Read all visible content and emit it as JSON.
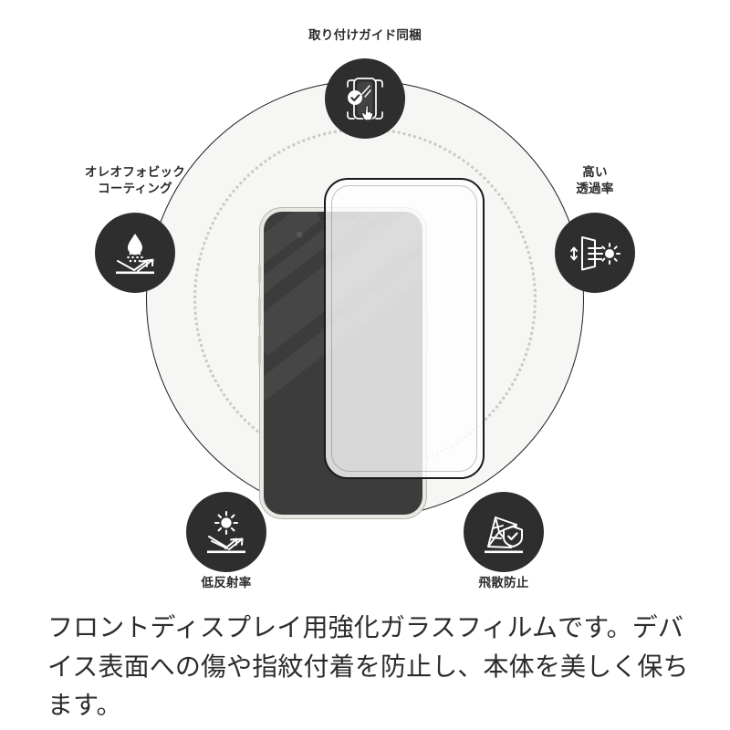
{
  "diagram": {
    "product": "tempered-glass-screen-protector",
    "center": {
      "phone": {
        "device": "smartphone",
        "screen_color": "#3c3c3c",
        "frame_color": "#e9e7e2",
        "buttons": [
          "mute-switch",
          "volume-up",
          "volume-down",
          "power"
        ]
      },
      "glass_film": {
        "label": "tempered-glass-film-overlay",
        "border_color": "#1a1a1a"
      }
    },
    "rings": {
      "outer_circle_color": "#1d1d1d",
      "outer_fill_color": "#f6f6f4",
      "dotted_ring_color": "#c9c9c5"
    },
    "badge_color": "#2e2e2e",
    "features": [
      {
        "id": "install-guide",
        "caption": "取り付けガイド同梱",
        "icon": "phone-with-guide-frame-check-touch-icon",
        "position": "top"
      },
      {
        "id": "oleophobic-coating",
        "caption": "オレオフォビック\nコーティング",
        "icon": "water-droplet-repellent-icon",
        "position": "left"
      },
      {
        "id": "high-transmittance",
        "caption": "高い\n透過率",
        "icon": "glass-panel-light-through-sun-icon",
        "position": "right"
      },
      {
        "id": "low-reflectance",
        "caption": "低反射率",
        "icon": "sun-reflection-arrows-icon",
        "position": "bottom-left"
      },
      {
        "id": "shatter-prevention",
        "caption": "飛散防止",
        "icon": "shattered-glass-shield-check-icon",
        "position": "bottom-right"
      }
    ]
  },
  "description": {
    "text": "フロントディスプレイ用強化ガラスフィルムです。デバイス表面への傷や指紋付着を防止し、本体を美しく保ちます。"
  }
}
